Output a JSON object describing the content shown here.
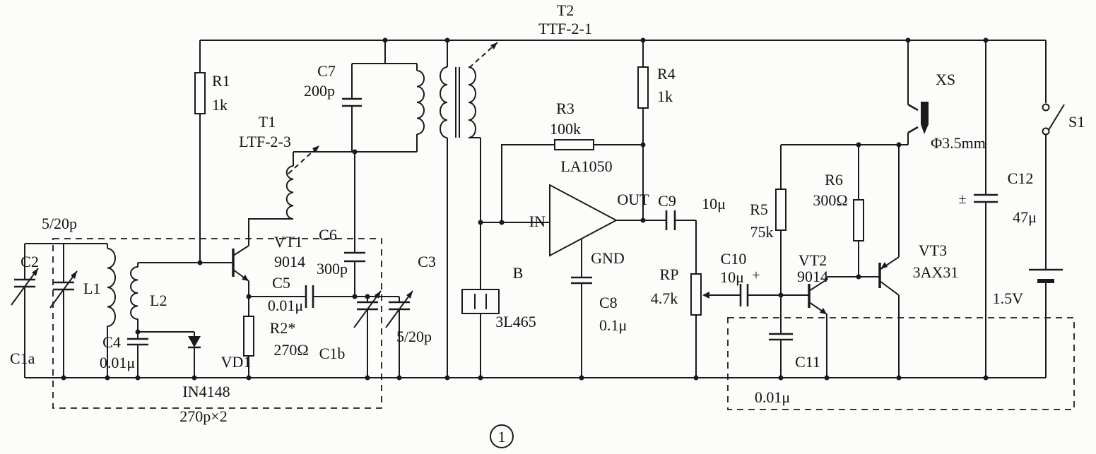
{
  "figure": {
    "number": "1"
  },
  "parts": {
    "t2": {
      "ref": "T2",
      "model": "TTF-2-1"
    },
    "t1": {
      "ref": "T1",
      "model": "LTF-2-3"
    },
    "r1": {
      "ref": "R1",
      "value": "1k"
    },
    "r2": {
      "ref": "R2*",
      "value": "270Ω"
    },
    "r3": {
      "ref": "R3",
      "value": "100k"
    },
    "r4": {
      "ref": "R4",
      "value": "1k"
    },
    "r5": {
      "ref": "R5",
      "value": "75k"
    },
    "r6": {
      "ref": "R6",
      "value": "300Ω"
    },
    "rp": {
      "ref": "RP",
      "value": "4.7k"
    },
    "c2": {
      "ref": "C2",
      "value": "5/20p"
    },
    "c3": {
      "ref": "C3",
      "value": "5/20p"
    },
    "c4": {
      "ref": "C4",
      "value": "0.01μ"
    },
    "c5": {
      "ref": "C5",
      "value": "0.01μ"
    },
    "c6": {
      "ref": "C6",
      "value": "300p"
    },
    "c7": {
      "ref": "C7",
      "value": "200p"
    },
    "c8": {
      "ref": "C8",
      "value": "0.1μ"
    },
    "c9": {
      "ref": "C9",
      "value": "10μ"
    },
    "c10": {
      "ref": "C10",
      "value": "10μ",
      "polarity": "+"
    },
    "c11": {
      "ref": "C11",
      "value": "0.01μ"
    },
    "c12": {
      "ref": "C12",
      "value": "47μ",
      "polarity": "±"
    },
    "c1a": {
      "ref": "C1a"
    },
    "c1b": {
      "ref": "C1b"
    },
    "gang": {
      "note": "270p×2"
    },
    "l1": {
      "ref": "L1"
    },
    "l2": {
      "ref": "L2"
    },
    "vt1": {
      "ref": "VT1",
      "model": "9014"
    },
    "vt2": {
      "ref": "VT2",
      "model": "9014"
    },
    "vt3": {
      "ref": "VT3",
      "model": "3AX31"
    },
    "vd1": {
      "ref": "VD1",
      "model": "IN4148"
    },
    "ic1": {
      "name": "LA1050",
      "pin_in": "IN",
      "pin_out": "OUT",
      "pin_gnd": "GND"
    },
    "b": {
      "ref": "B",
      "model": "3L465"
    },
    "xs": {
      "ref": "XS",
      "size": "Φ3.5mm"
    },
    "s1": {
      "ref": "S1"
    },
    "bt": {
      "value": "1.5V"
    }
  }
}
